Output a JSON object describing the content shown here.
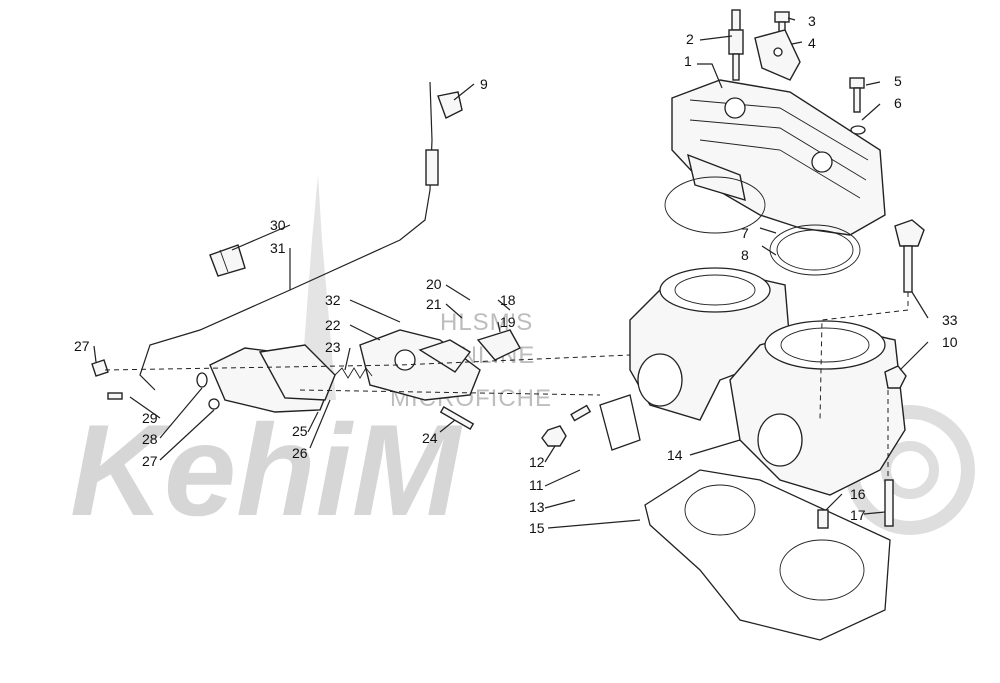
{
  "watermark": {
    "brand": "KehiM",
    "lines": [
      "HLSM'S",
      "ONLINE",
      "MICROFICHE"
    ]
  },
  "callouts": [
    {
      "id": "1",
      "label": "1"
    },
    {
      "id": "2",
      "label": "2"
    },
    {
      "id": "3",
      "label": "3"
    },
    {
      "id": "4",
      "label": "4"
    },
    {
      "id": "5",
      "label": "5"
    },
    {
      "id": "6",
      "label": "6"
    },
    {
      "id": "7",
      "label": "7"
    },
    {
      "id": "8",
      "label": "8"
    },
    {
      "id": "9",
      "label": "9"
    },
    {
      "id": "10",
      "label": "10"
    },
    {
      "id": "11",
      "label": "11"
    },
    {
      "id": "12",
      "label": "12"
    },
    {
      "id": "13",
      "label": "13"
    },
    {
      "id": "14",
      "label": "14"
    },
    {
      "id": "15",
      "label": "15"
    },
    {
      "id": "16",
      "label": "16"
    },
    {
      "id": "17",
      "label": "17"
    },
    {
      "id": "18",
      "label": "18"
    },
    {
      "id": "19",
      "label": "19"
    },
    {
      "id": "20",
      "label": "20"
    },
    {
      "id": "21",
      "label": "21"
    },
    {
      "id": "22",
      "label": "22"
    },
    {
      "id": "23",
      "label": "23"
    },
    {
      "id": "24",
      "label": "24"
    },
    {
      "id": "25",
      "label": "25"
    },
    {
      "id": "26",
      "label": "26"
    },
    {
      "id": "27a",
      "label": "27"
    },
    {
      "id": "27b",
      "label": "27"
    },
    {
      "id": "28",
      "label": "28"
    },
    {
      "id": "29",
      "label": "29"
    },
    {
      "id": "30",
      "label": "30"
    },
    {
      "id": "31",
      "label": "31"
    },
    {
      "id": "32",
      "label": "32"
    },
    {
      "id": "33",
      "label": "33"
    }
  ]
}
